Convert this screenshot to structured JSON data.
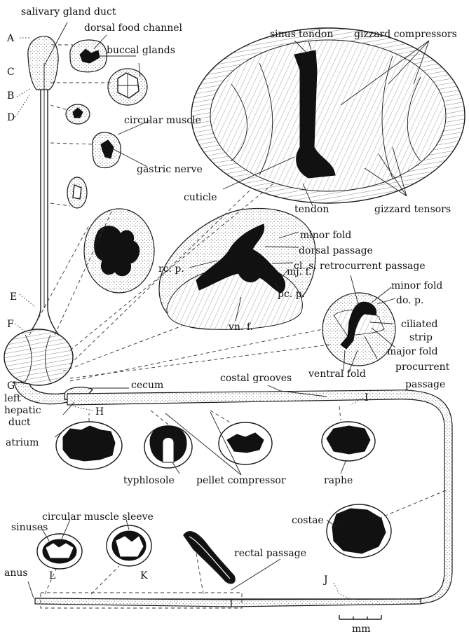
{
  "labels": {
    "salivary_gland_duct": "salivary gland duct",
    "dorsal_food_channel": "dorsal food channel",
    "buccal_glands": "buccal glands",
    "circular_muscle": "circular muscle",
    "gastric_nerve": "gastric nerve",
    "sinus": "sinus",
    "tendon_top": "tendon",
    "tendon_bottom": "tendon",
    "gizzard_compressors": "gizzard compressors",
    "gizzard_tensors": "gizzard tensors",
    "cuticle": "cuticle",
    "minor_fold_1": "minor fold",
    "dorsal_passage": "dorsal passage",
    "cl_s": "cl. s.",
    "retrocurrent_passage": "retrocurrent passage",
    "rc_p": "rc. p.",
    "mj_f": "mj. f.",
    "pc_p": "pc. p.",
    "vn_f": "vn. f.",
    "minor_fold_2": "minor fold",
    "do_p": "do. p.",
    "ciliated": "ciliated",
    "strip": "strip",
    "major_fold": "major fold",
    "ventral_fold": "ventral fold",
    "procurrent": "procurrent",
    "passage": "passage",
    "costal_grooves": "costal grooves",
    "cecum": "cecum",
    "left": "left",
    "hepatic": "hepatic",
    "duct": "duct",
    "atrium": "atrium",
    "typhlosole": "typhlosole",
    "pellet_compressor": "pellet compressor",
    "raphe": "raphe",
    "circular_muscle_sleeve": "circular muscle sleeve",
    "sinuses": "sinuses",
    "costae": "costae",
    "rectal_passage": "rectal passage",
    "anus": "anus",
    "scale": "mm"
  },
  "letters": {
    "A": "A",
    "B": "B",
    "C": "C",
    "D": "D",
    "E": "E",
    "F": "F",
    "G": "G",
    "H": "H",
    "I": "I",
    "J": "J",
    "K": "K",
    "L": "L"
  }
}
